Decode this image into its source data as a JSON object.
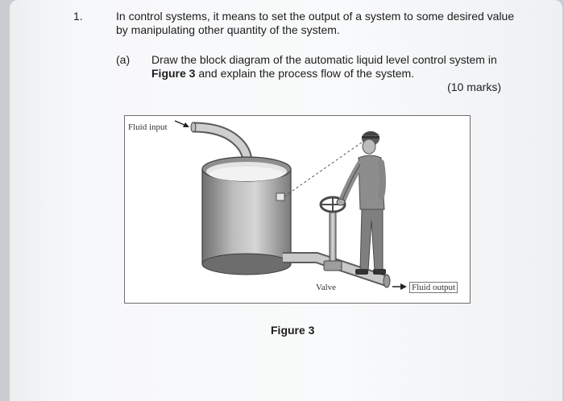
{
  "question": {
    "number": "1.",
    "text": "In control systems, it means to set the output of a system to some desired value by manipulating other quantity of the system."
  },
  "part_a": {
    "label": "(a)",
    "text_before": "Draw the block diagram of the automatic liquid level control system in",
    "figure_ref": "Figure 3",
    "text_after": "and explain the process flow of the system.",
    "marks": "(10 marks)"
  },
  "figure": {
    "fluid_input_label": "Fluid input",
    "valve_label": "Valve",
    "fluid_output_label": "Fluid output",
    "caption": "Figure 3"
  }
}
